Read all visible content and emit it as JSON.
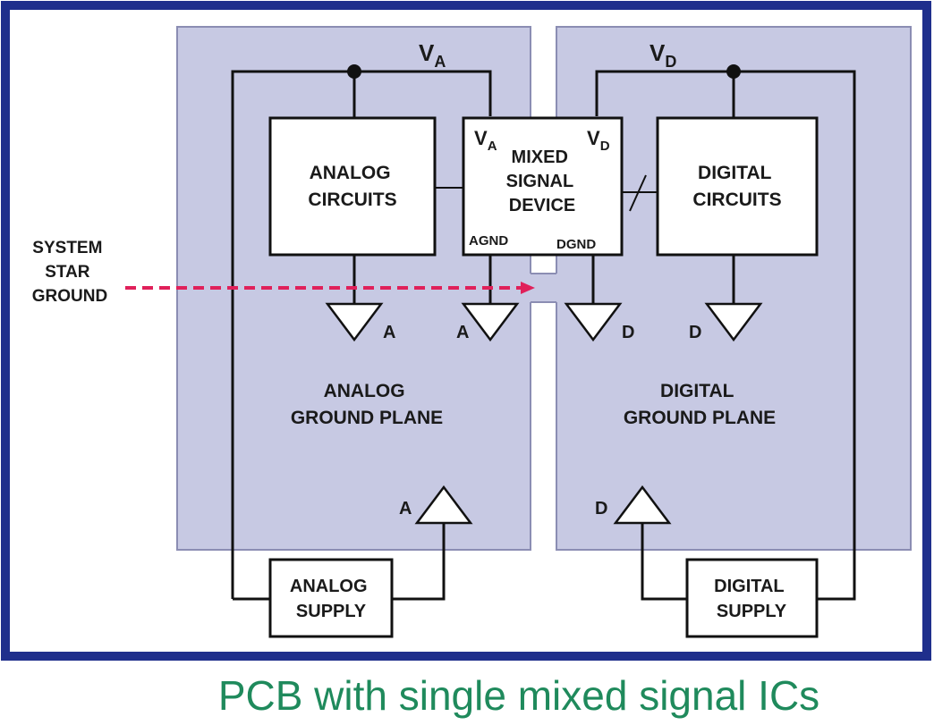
{
  "colors": {
    "frame": "#1f2f8c",
    "plane": "#c7c9e3",
    "plane_stroke": "#8b8db3",
    "wire": "#111111",
    "box_fill": "#ffffff",
    "star_ground": "#e0205a",
    "caption": "#1f8a5c"
  },
  "labels": {
    "va_top": {
      "main": "V",
      "sub": "A"
    },
    "vd_top": {
      "main": "V",
      "sub": "D"
    },
    "analog_circuits": [
      "ANALOG",
      "CIRCUITS"
    ],
    "digital_circuits": [
      "DIGITAL",
      "CIRCUITS"
    ],
    "mixed_device": [
      "MIXED",
      "SIGNAL",
      "DEVICE"
    ],
    "va_pin": {
      "main": "V",
      "sub": "A"
    },
    "vd_pin": {
      "main": "V",
      "sub": "D"
    },
    "agnd": "AGND",
    "dgnd": "DGND",
    "system_star_ground": [
      "SYSTEM",
      "STAR",
      "GROUND"
    ],
    "analog_ground_plane": [
      "ANALOG",
      "GROUND PLANE"
    ],
    "digital_ground_plane": [
      "DIGITAL",
      "GROUND PLANE"
    ],
    "ground_a": "A",
    "ground_d": "D",
    "analog_supply": [
      "ANALOG",
      "SUPPLY"
    ],
    "digital_supply": [
      "DIGITAL",
      "SUPPLY"
    ]
  },
  "caption": "PCB with single mixed signal ICs"
}
